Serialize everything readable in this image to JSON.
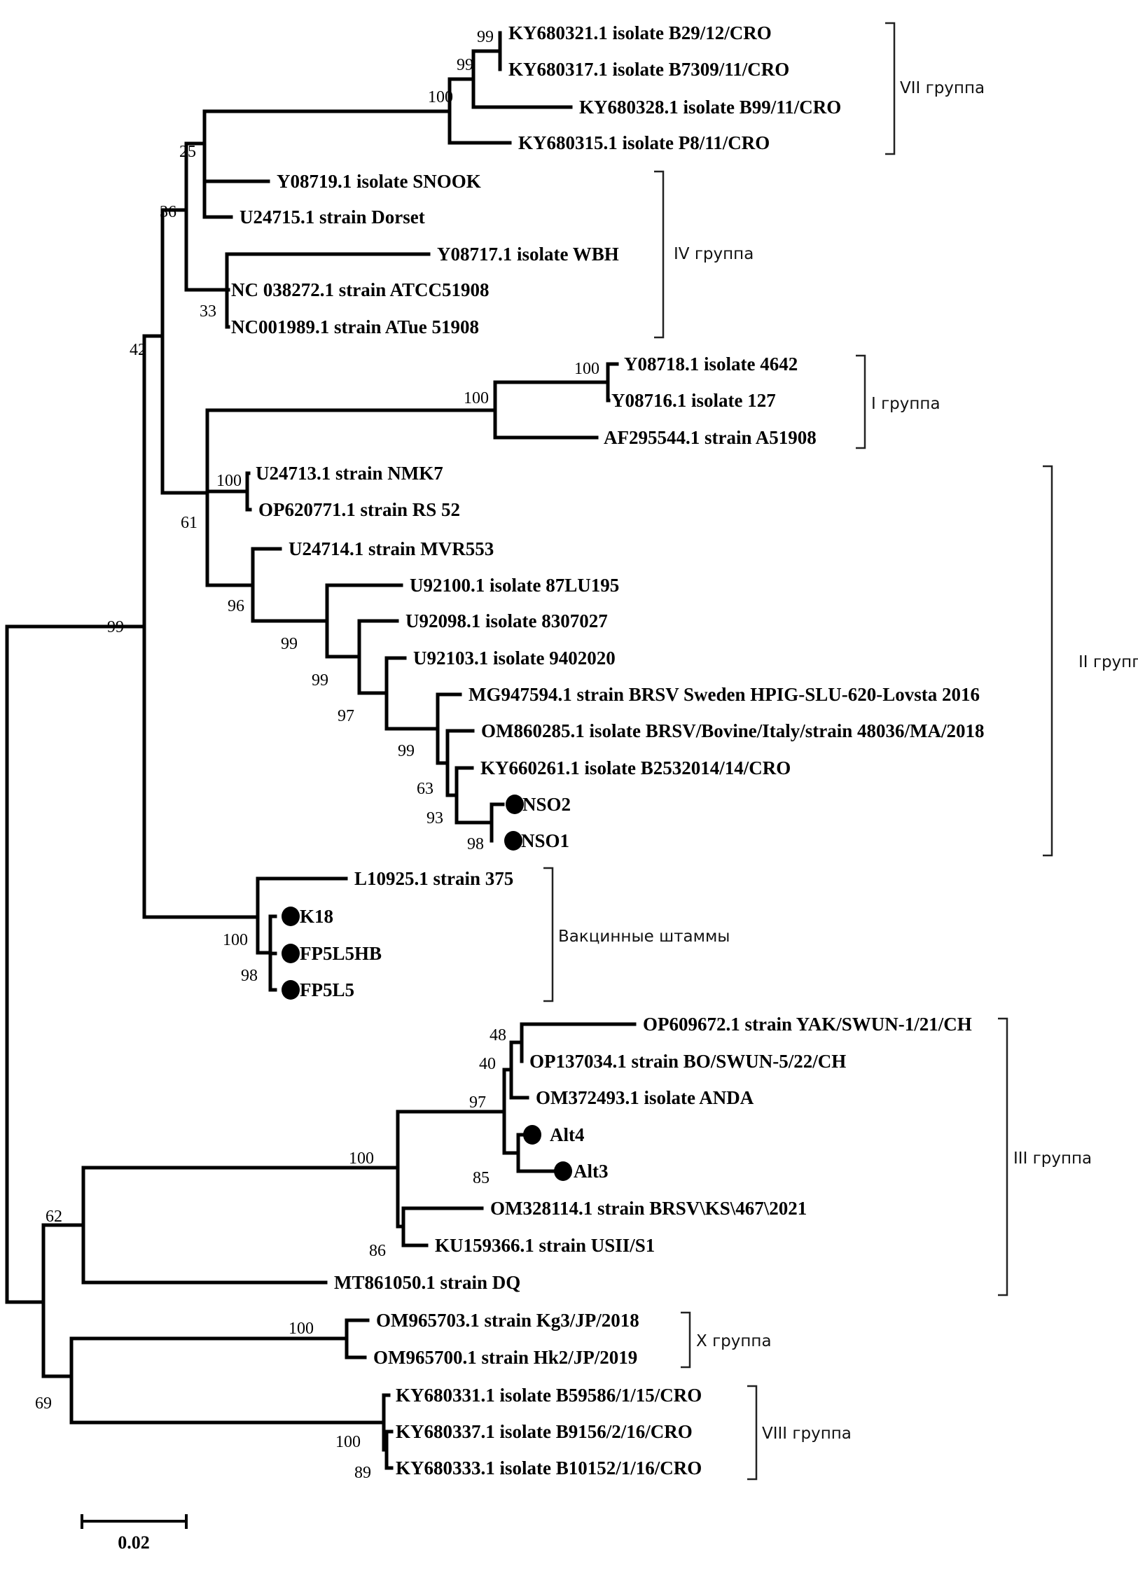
{
  "figure": {
    "type": "phylogenetic-tree",
    "scale_bar": {
      "value": 0.02,
      "label": "0.02"
    }
  },
  "leaves": [
    {
      "id": "KY680321",
      "label": "KY680321.1 isolate B29/12/CRO",
      "marked": false
    },
    {
      "id": "KY680317",
      "label": "KY680317.1 isolate B7309/11/CRO",
      "marked": false
    },
    {
      "id": "KY680328",
      "label": "KY680328.1 isolate B99/11/CRO",
      "marked": false
    },
    {
      "id": "KY680315",
      "label": "KY680315.1 isolate P8/11/CRO",
      "marked": false
    },
    {
      "id": "Y08719",
      "label": "Y08719.1 isolate SNOOK",
      "marked": false
    },
    {
      "id": "U24715",
      "label": "U24715.1 strain Dorset",
      "marked": false
    },
    {
      "id": "Y08717",
      "label": "Y08717.1 isolate WBH",
      "marked": false
    },
    {
      "id": "NC038272",
      "label": "NC 038272.1 strain ATCC51908",
      "marked": false
    },
    {
      "id": "NC001989",
      "label": "NC001989.1 strain ATue 51908",
      "marked": false
    },
    {
      "id": "Y08718",
      "label": "Y08718.1 isolate 4642",
      "marked": false
    },
    {
      "id": "Y08716",
      "label": "Y08716.1 isolate 127",
      "marked": false
    },
    {
      "id": "AF295544",
      "label": "AF295544.1 strain A51908",
      "marked": false
    },
    {
      "id": "U24713",
      "label": "U24713.1 strain NMK7",
      "marked": false
    },
    {
      "id": "OP620771",
      "label": "OP620771.1 strain RS 52",
      "marked": false
    },
    {
      "id": "U24714",
      "label": "U24714.1 strain MVR553",
      "marked": false
    },
    {
      "id": "U92100",
      "label": "U92100.1 isolate 87LU195",
      "marked": false
    },
    {
      "id": "U92098",
      "label": "U92098.1 isolate 8307027",
      "marked": false
    },
    {
      "id": "U92103",
      "label": "U92103.1 isolate 9402020",
      "marked": false
    },
    {
      "id": "MG947594",
      "label": "MG947594.1 strain BRSV Sweden HPIG-SLU-620-Lovsta 2016",
      "marked": false
    },
    {
      "id": "OM860285",
      "label": "OM860285.1 isolate BRSV/Bovine/Italy/strain 48036/MA/2018",
      "marked": false
    },
    {
      "id": "KY660261",
      "label": "KY660261.1 isolate B2532014/14/CRO",
      "marked": false
    },
    {
      "id": "NSO2",
      "label": "NSO2",
      "marked": true
    },
    {
      "id": "NSO1",
      "label": "NSO1",
      "marked": true
    },
    {
      "id": "L10925",
      "label": "L10925.1 strain 375",
      "marked": false
    },
    {
      "id": "K18",
      "label": "K18",
      "marked": true
    },
    {
      "id": "FP5L5HB",
      "label": "FP5L5HB",
      "marked": true
    },
    {
      "id": "FP5L5",
      "label": "FP5L5",
      "marked": true
    },
    {
      "id": "OP609672",
      "label": "OP609672.1 strain YAK/SWUN-1/21/CH",
      "marked": false
    },
    {
      "id": "OP137034",
      "label": "OP137034.1 strain BO/SWUN-5/22/CH",
      "marked": false
    },
    {
      "id": "OM372493",
      "label": "OM372493.1 isolate ANDA",
      "marked": false
    },
    {
      "id": "Alt4",
      "label": "Alt4",
      "marked": true
    },
    {
      "id": "Alt3",
      "label": "Alt3",
      "marked": true
    },
    {
      "id": "OM328114",
      "label": "OM328114.1 strain BRSV\\KS\\467\\2021",
      "marked": false
    },
    {
      "id": "KU159366",
      "label": "KU159366.1 strain USII/S1",
      "marked": false
    },
    {
      "id": "MT861050",
      "label": "MT861050.1 strain DQ",
      "marked": false
    },
    {
      "id": "OM965703",
      "label": "OM965703.1 strain Kg3/JP/2018",
      "marked": false
    },
    {
      "id": "OM965700",
      "label": "OM965700.1 strain Hk2/JP/2019",
      "marked": false
    },
    {
      "id": "KY680331",
      "label": "KY680331.1 isolate B59586/1/15/CRO",
      "marked": false
    },
    {
      "id": "KY680337",
      "label": "KY680337.1 isolate B9156/2/16/CRO",
      "marked": false
    },
    {
      "id": "KY680333",
      "label": "KY680333.1 isolate B10152/1/16/CRO",
      "marked": false
    }
  ],
  "support_values": [
    {
      "node": "KY680321+KY680317",
      "value": "99"
    },
    {
      "node": "VII-inner",
      "value": "99"
    },
    {
      "node": "VII",
      "value": "100"
    },
    {
      "node": "VII+SNOOK+Dorset",
      "value": "25"
    },
    {
      "node": "VII+IV",
      "value": "36"
    },
    {
      "node": "NC038272+NC001989",
      "value": "33"
    },
    {
      "node": "BRSV-main",
      "value": "42"
    },
    {
      "node": "Y08718+Y08716",
      "value": "100"
    },
    {
      "node": "I",
      "value": "100"
    },
    {
      "node": "U24713+OP620771",
      "value": "100"
    },
    {
      "node": "I+II",
      "value": "61"
    },
    {
      "node": "MVR553-clade",
      "value": "96"
    },
    {
      "node": "87LU195-clade",
      "value": "99"
    },
    {
      "node": "8307027-clade",
      "value": "99"
    },
    {
      "node": "9402020-clade",
      "value": "97"
    },
    {
      "node": "MG947594-clade",
      "value": "99"
    },
    {
      "node": "OM860285-clade",
      "value": "63"
    },
    {
      "node": "KY660261-clade",
      "value": "93"
    },
    {
      "node": "NSO",
      "value": "98"
    },
    {
      "node": "root-upper",
      "value": "99"
    },
    {
      "node": "vaccine",
      "value": "100"
    },
    {
      "node": "vaccine-inner",
      "value": "98"
    },
    {
      "node": "OP609672+OP137034",
      "value": "48"
    },
    {
      "node": "OP+ANDA",
      "value": "40"
    },
    {
      "node": "III-upper",
      "value": "97"
    },
    {
      "node": "Alt",
      "value": "85"
    },
    {
      "node": "III",
      "value": "100"
    },
    {
      "node": "OM328114+KU159366",
      "value": "86"
    },
    {
      "node": "III+DQ",
      "value": "62"
    },
    {
      "node": "X",
      "value": "100"
    },
    {
      "node": "X+VIII",
      "value": "69"
    },
    {
      "node": "VIII",
      "value": "100"
    },
    {
      "node": "VIII-inner",
      "value": "89"
    }
  ],
  "groups": [
    {
      "id": "VII",
      "label": "VII группа"
    },
    {
      "id": "IV",
      "label": "IV группа"
    },
    {
      "id": "I",
      "label": "I группа"
    },
    {
      "id": "II",
      "label": "II группа"
    },
    {
      "id": "vaccine",
      "label": "Вакцинные штаммы"
    },
    {
      "id": "III",
      "label": "III группа"
    },
    {
      "id": "X",
      "label": "X группа"
    },
    {
      "id": "VIII",
      "label": "VIII группа"
    }
  ]
}
